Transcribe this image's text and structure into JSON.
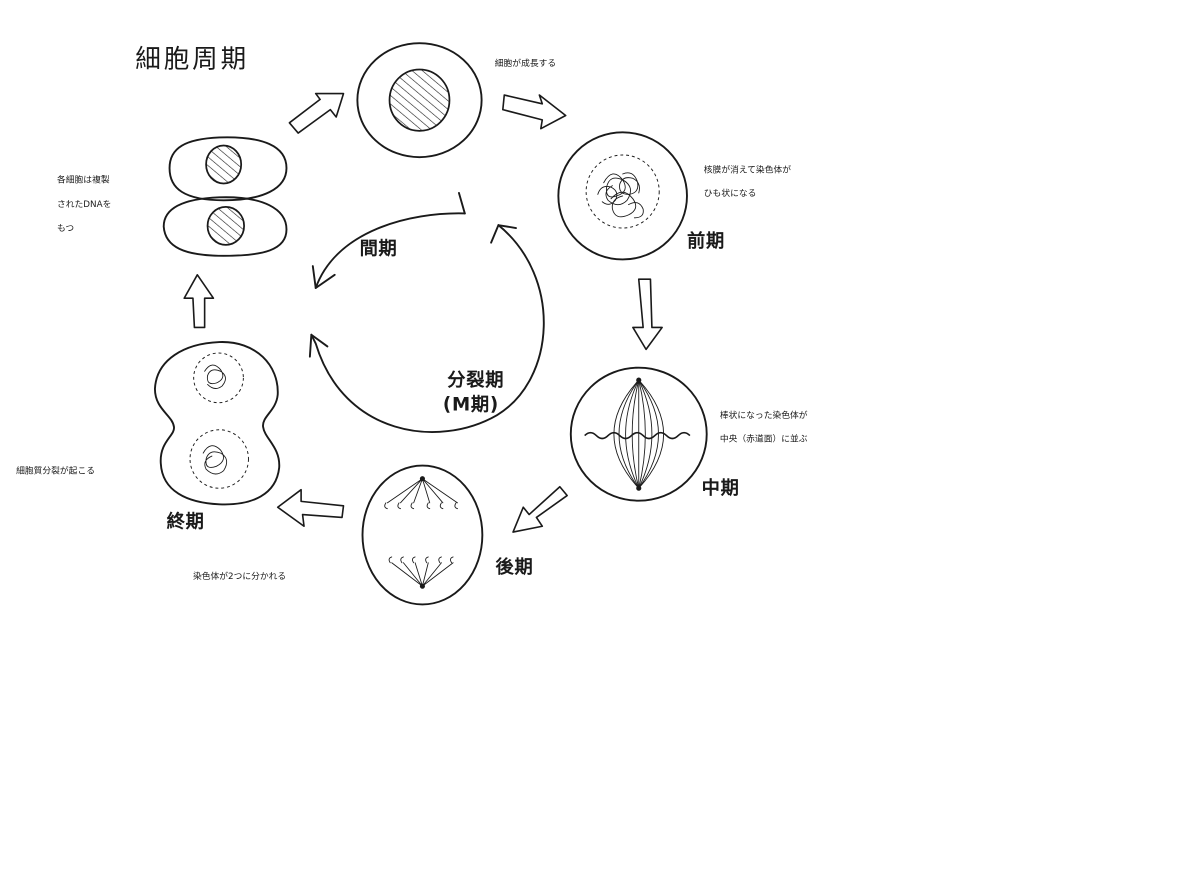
{
  "title": "細胞周期",
  "center": {
    "interphase": "間期",
    "mitosis_line1": "分裂期",
    "mitosis_line2": "(M期)"
  },
  "stages": {
    "prophase": "前期",
    "metaphase": "中期",
    "anaphase": "後期",
    "telophase": "終期"
  },
  "notes": {
    "growth": "細胞が成長する",
    "prophase_line1": "核膜が消えて染色体が",
    "prophase_line2": "ひも状になる",
    "metaphase_line1": "棒状になった染色体が",
    "metaphase_line2": "中央（赤道面）に並ぶ",
    "anaphase": "染色体が2つに分かれる",
    "telophase": "細胞質分裂が起こる",
    "daughter_line1": "各細胞は複製",
    "daughter_line2": "されたDNAを",
    "daughter_line3": "もつ"
  }
}
